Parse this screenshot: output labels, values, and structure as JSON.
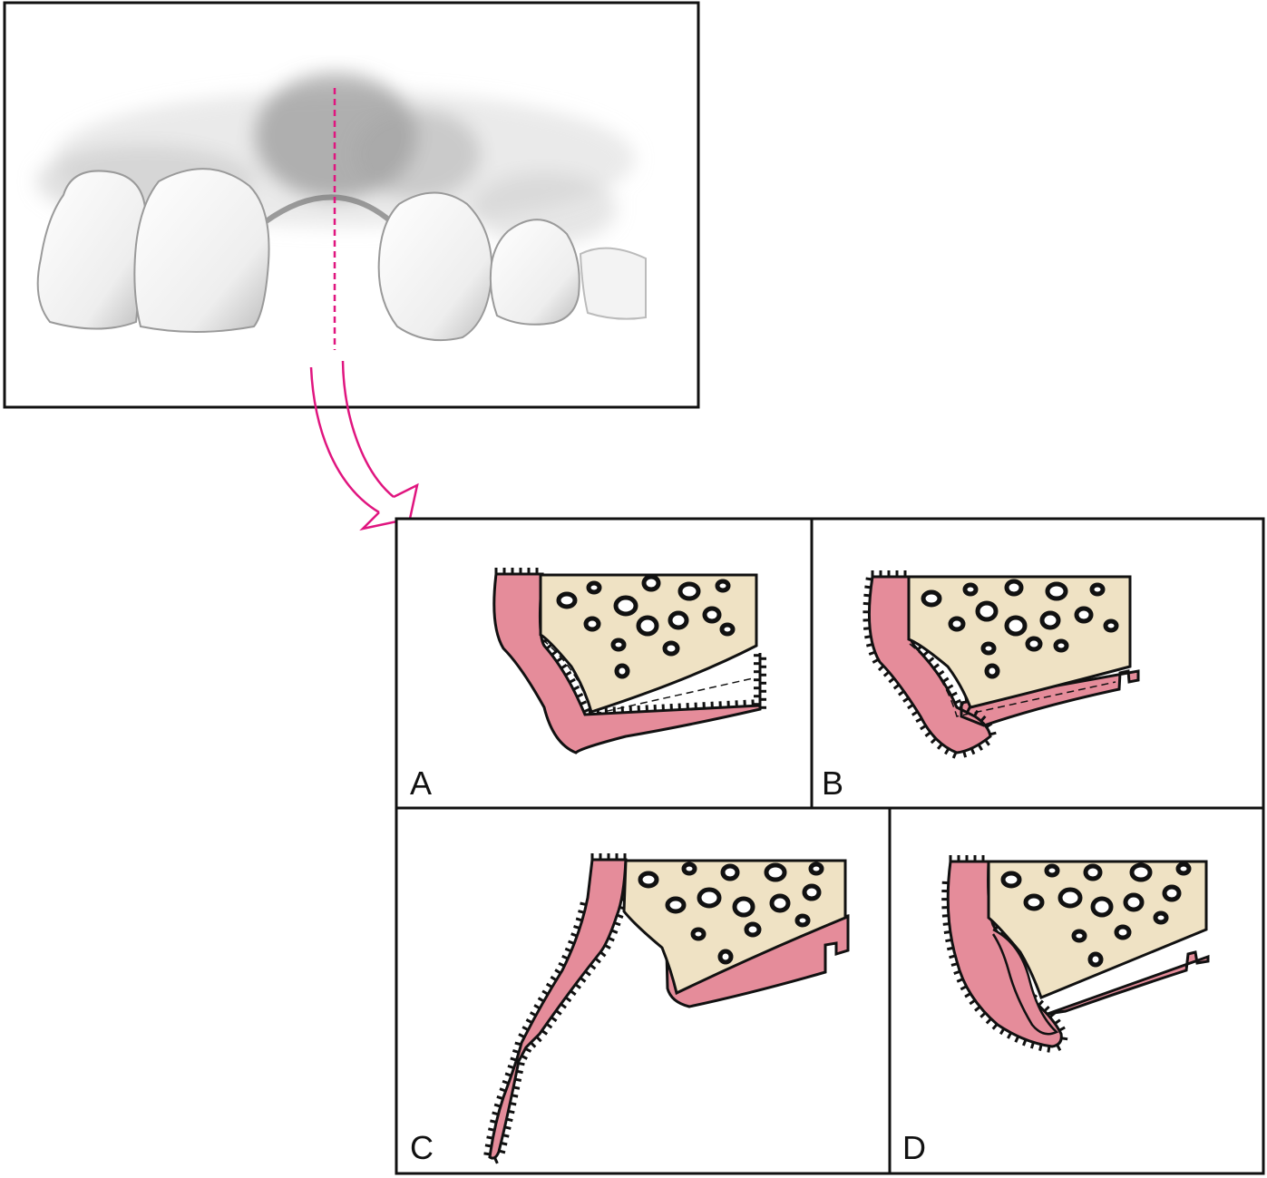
{
  "panels": [
    {
      "id": "A",
      "label": "A"
    },
    {
      "id": "B",
      "label": "B"
    },
    {
      "id": "C",
      "label": "C"
    },
    {
      "id": "D",
      "label": "D"
    }
  ],
  "colors": {
    "accent": "#e0157f",
    "gingiva": "#e58c9a",
    "bone": "#efe2c4",
    "outline": "#111111",
    "frame": "#111111"
  },
  "icons": {
    "guide_line": "dashed-section-line",
    "arrow": "curved-hollow-arrow"
  }
}
